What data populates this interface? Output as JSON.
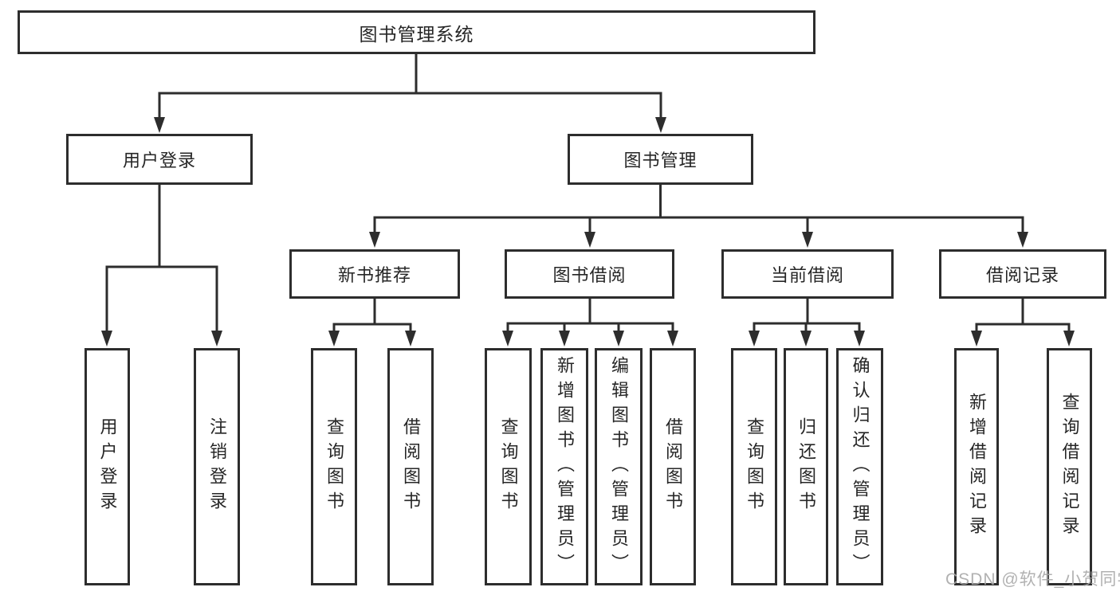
{
  "diagram": {
    "root": {
      "label": "图书管理系统"
    },
    "level2": [
      {
        "label": "用户登录"
      },
      {
        "label": "图书管理"
      }
    ],
    "level3": [
      {
        "label": "新书推荐"
      },
      {
        "label": "图书借阅"
      },
      {
        "label": "当前借阅"
      },
      {
        "label": "借阅记录"
      }
    ],
    "leaves": {
      "user_login": [
        "用户登录",
        "注销登录"
      ],
      "new_book": [
        "查询图书",
        "借阅图书"
      ],
      "book_borrow": [
        "查询图书",
        "新增图书（管理员）",
        "编辑图书（管理员）",
        "借阅图书"
      ],
      "current_borrow": [
        "查询图书",
        "归还图书",
        "确认归还（管理员）"
      ],
      "borrow_record": [
        "新增借阅记录",
        "查询借阅记录"
      ]
    }
  },
  "watermark": {
    "text": "CSDN @软件_小贺同学"
  },
  "colors": {
    "line": "#2d2d2d",
    "box_border": "#2d2d2d",
    "text": "#262626",
    "watermark": "#a9a9a9",
    "background": "#ffffff"
  }
}
